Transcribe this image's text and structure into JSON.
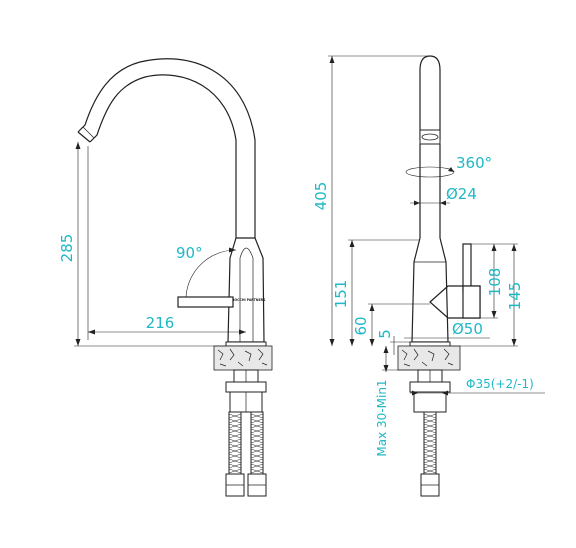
{
  "left_view": {
    "height_spout": "285",
    "handle_angle": "90°",
    "reach": "216",
    "logo": "◉ BOCCHI PARTNERS"
  },
  "right_view": {
    "total_height": "405",
    "rotation": "360°",
    "spout_diameter": "Ø24",
    "body_height": "151",
    "handle_height": "108",
    "handle_to_top": "145",
    "lower_height": "60",
    "base_gap": "5",
    "base_diameter": "Ø50",
    "mount_hole": "Φ35(+2/-1)",
    "counter_thickness": "Max 30-Min1"
  }
}
